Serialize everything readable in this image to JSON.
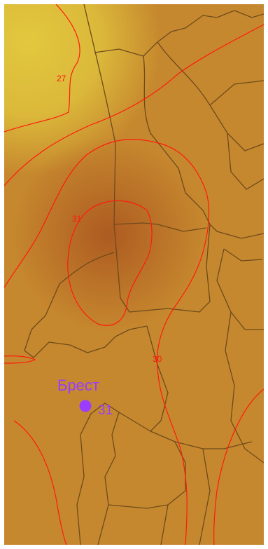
{
  "map": {
    "colors": {
      "isoline": "#ff1a0d",
      "border": "#6e4a1c",
      "city": "#9a3dff",
      "field_light": "#e2c83e",
      "field_mid": "#c6882e",
      "field_dark": "#a9531f",
      "frame": "#ffffff"
    },
    "isolines": [
      {
        "label": "27"
      },
      {
        "label": "31"
      },
      {
        "label": "30"
      }
    ],
    "city": {
      "name": "Брест",
      "value": "31"
    }
  }
}
